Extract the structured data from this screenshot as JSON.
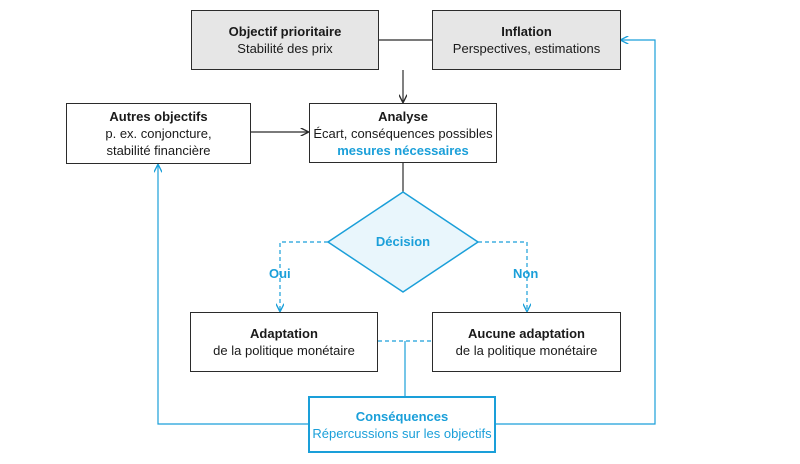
{
  "boxes": {
    "objectif": {
      "title": "Objectif prioritaire",
      "lines": [
        "Stabilité des prix"
      ]
    },
    "inflation": {
      "title": "Inflation",
      "lines": [
        "Perspectives, estimations"
      ]
    },
    "autres": {
      "title": "Autres objectifs",
      "lines": [
        "p. ex. conjoncture,",
        "stabilité financière"
      ]
    },
    "analyse": {
      "title": "Analyse",
      "lines": [
        "Écart, conséquences possibles"
      ],
      "accent": "mesures nécessaires"
    },
    "decision": {
      "title": "Décision"
    },
    "adaptation": {
      "title": "Adaptation",
      "lines": [
        "de la politique monétaire"
      ]
    },
    "aucune": {
      "title": "Aucune adaptation",
      "lines": [
        "de la politique monétaire"
      ]
    },
    "consequences": {
      "title": "Conséquences",
      "lines": [
        "Répercussions sur les objectifs"
      ]
    }
  },
  "labels": {
    "oui": "Oui",
    "non": "Non"
  },
  "colors": {
    "accent": "#1a9fd9",
    "line": "#2b2b2b",
    "fill_grey": "#e6e6e6"
  }
}
